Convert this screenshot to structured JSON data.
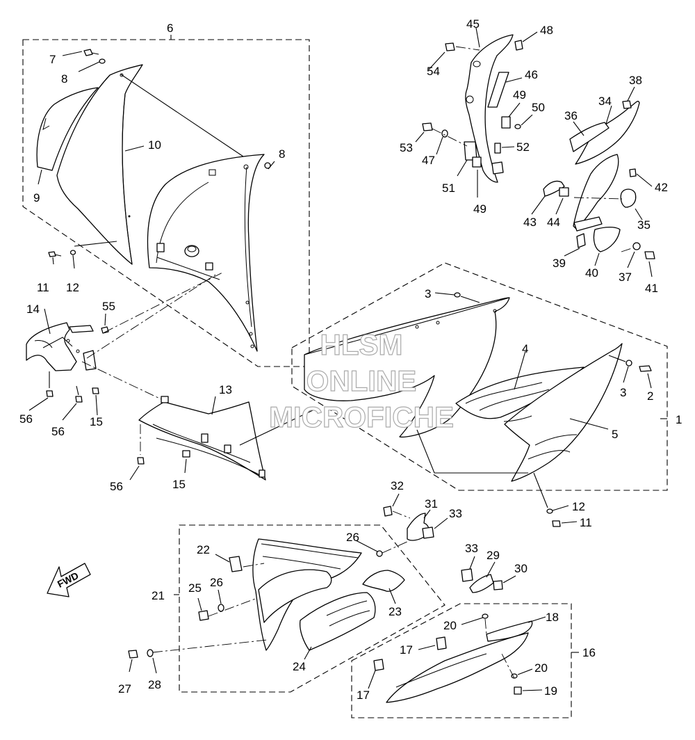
{
  "watermark": {
    "line1": "HLSM",
    "line2": "ONLINE",
    "line3": "MICROFICHE"
  },
  "direction_badge": "FWD",
  "callouts": [
    "1",
    "2",
    "3",
    "3",
    "4",
    "5",
    "6",
    "7",
    "8",
    "8",
    "9",
    "10",
    "11",
    "11",
    "12",
    "12",
    "13",
    "14",
    "15",
    "15",
    "16",
    "17",
    "17",
    "18",
    "19",
    "20",
    "20",
    "21",
    "22",
    "23",
    "24",
    "25",
    "26",
    "26",
    "27",
    "28",
    "29",
    "30",
    "31",
    "32",
    "33",
    "33",
    "34",
    "35",
    "36",
    "37",
    "38",
    "39",
    "40",
    "41",
    "42",
    "43",
    "44",
    "45",
    "46",
    "47",
    "48",
    "49",
    "49",
    "50",
    "51",
    "52",
    "53",
    "54",
    "55",
    "56",
    "56",
    "56"
  ]
}
